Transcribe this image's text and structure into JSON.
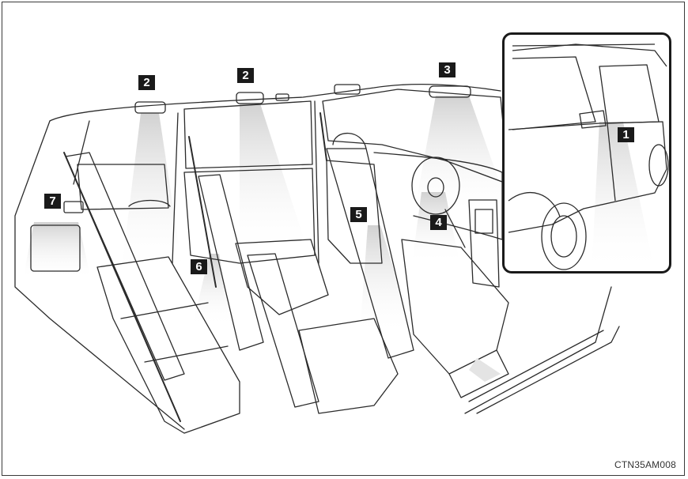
{
  "callouts": {
    "c1": "1",
    "c2a": "2",
    "c2b": "2",
    "c3": "3",
    "c4": "4",
    "c5": "5",
    "c6": "6",
    "c7": "7"
  },
  "figure_code": "CTN35AM008",
  "colors": {
    "line": "#2b2b2b",
    "light_beam": "#d9d9d9",
    "callout_bg": "#1a1a1a",
    "callout_text": "#ffffff"
  }
}
